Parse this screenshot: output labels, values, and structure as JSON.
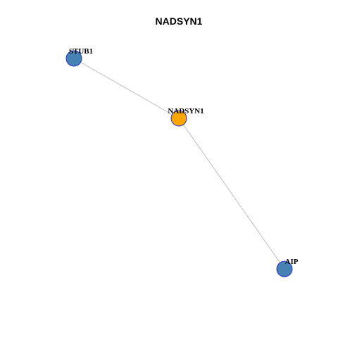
{
  "title": "NADSYN1",
  "colors": {
    "center_fill": "#FFA500",
    "neighbor_fill": "#4682B4",
    "node_stroke": "#2A34C8",
    "edge": "#BEBEBE",
    "background": "#FFFFFF"
  },
  "nodes": [
    {
      "id": "STUB1",
      "label": "STUB1",
      "role": "neighbor"
    },
    {
      "id": "NADSYN1",
      "label": "NADSYN1",
      "role": "center"
    },
    {
      "id": "AIP",
      "label": "AIP",
      "role": "neighbor"
    }
  ],
  "edges": [
    {
      "source": "STUB1",
      "target": "NADSYN1"
    },
    {
      "source": "NADSYN1",
      "target": "AIP"
    }
  ]
}
